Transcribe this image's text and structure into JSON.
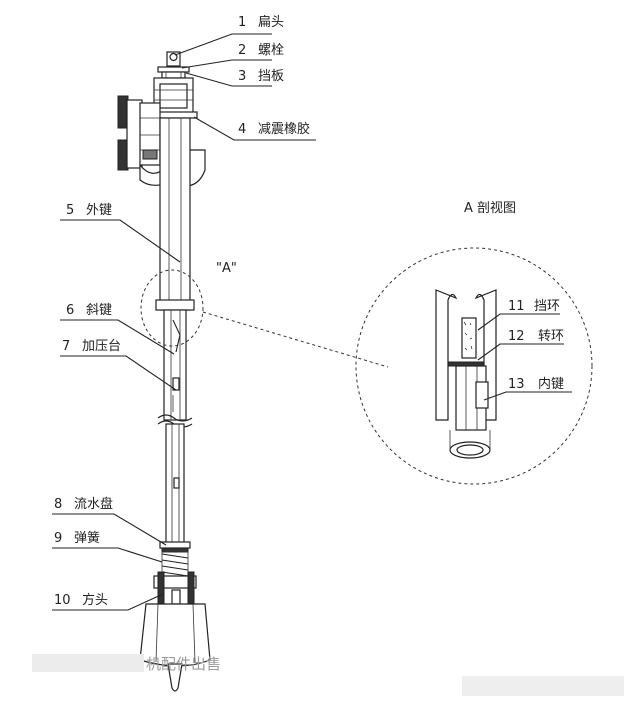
{
  "diagram": {
    "parts": [
      {
        "num": "1",
        "name": "扁头"
      },
      {
        "num": "2",
        "name": "螺栓"
      },
      {
        "num": "3",
        "name": "挡板"
      },
      {
        "num": "4",
        "name": "减震橡胶"
      },
      {
        "num": "5",
        "name": "外键"
      },
      {
        "num": "6",
        "name": "斜键"
      },
      {
        "num": "7",
        "name": "加压台"
      },
      {
        "num": "8",
        "name": "流水盘"
      },
      {
        "num": "9",
        "name": "弹簧"
      },
      {
        "num": "10",
        "name": "方头"
      },
      {
        "num": "11",
        "name": "挡环"
      },
      {
        "num": "12",
        "name": "转环"
      },
      {
        "num": "13",
        "name": "内键"
      }
    ],
    "detail_marker": "\"A\"",
    "section_title": "A  剖视图",
    "watermark": "机配件出售"
  }
}
